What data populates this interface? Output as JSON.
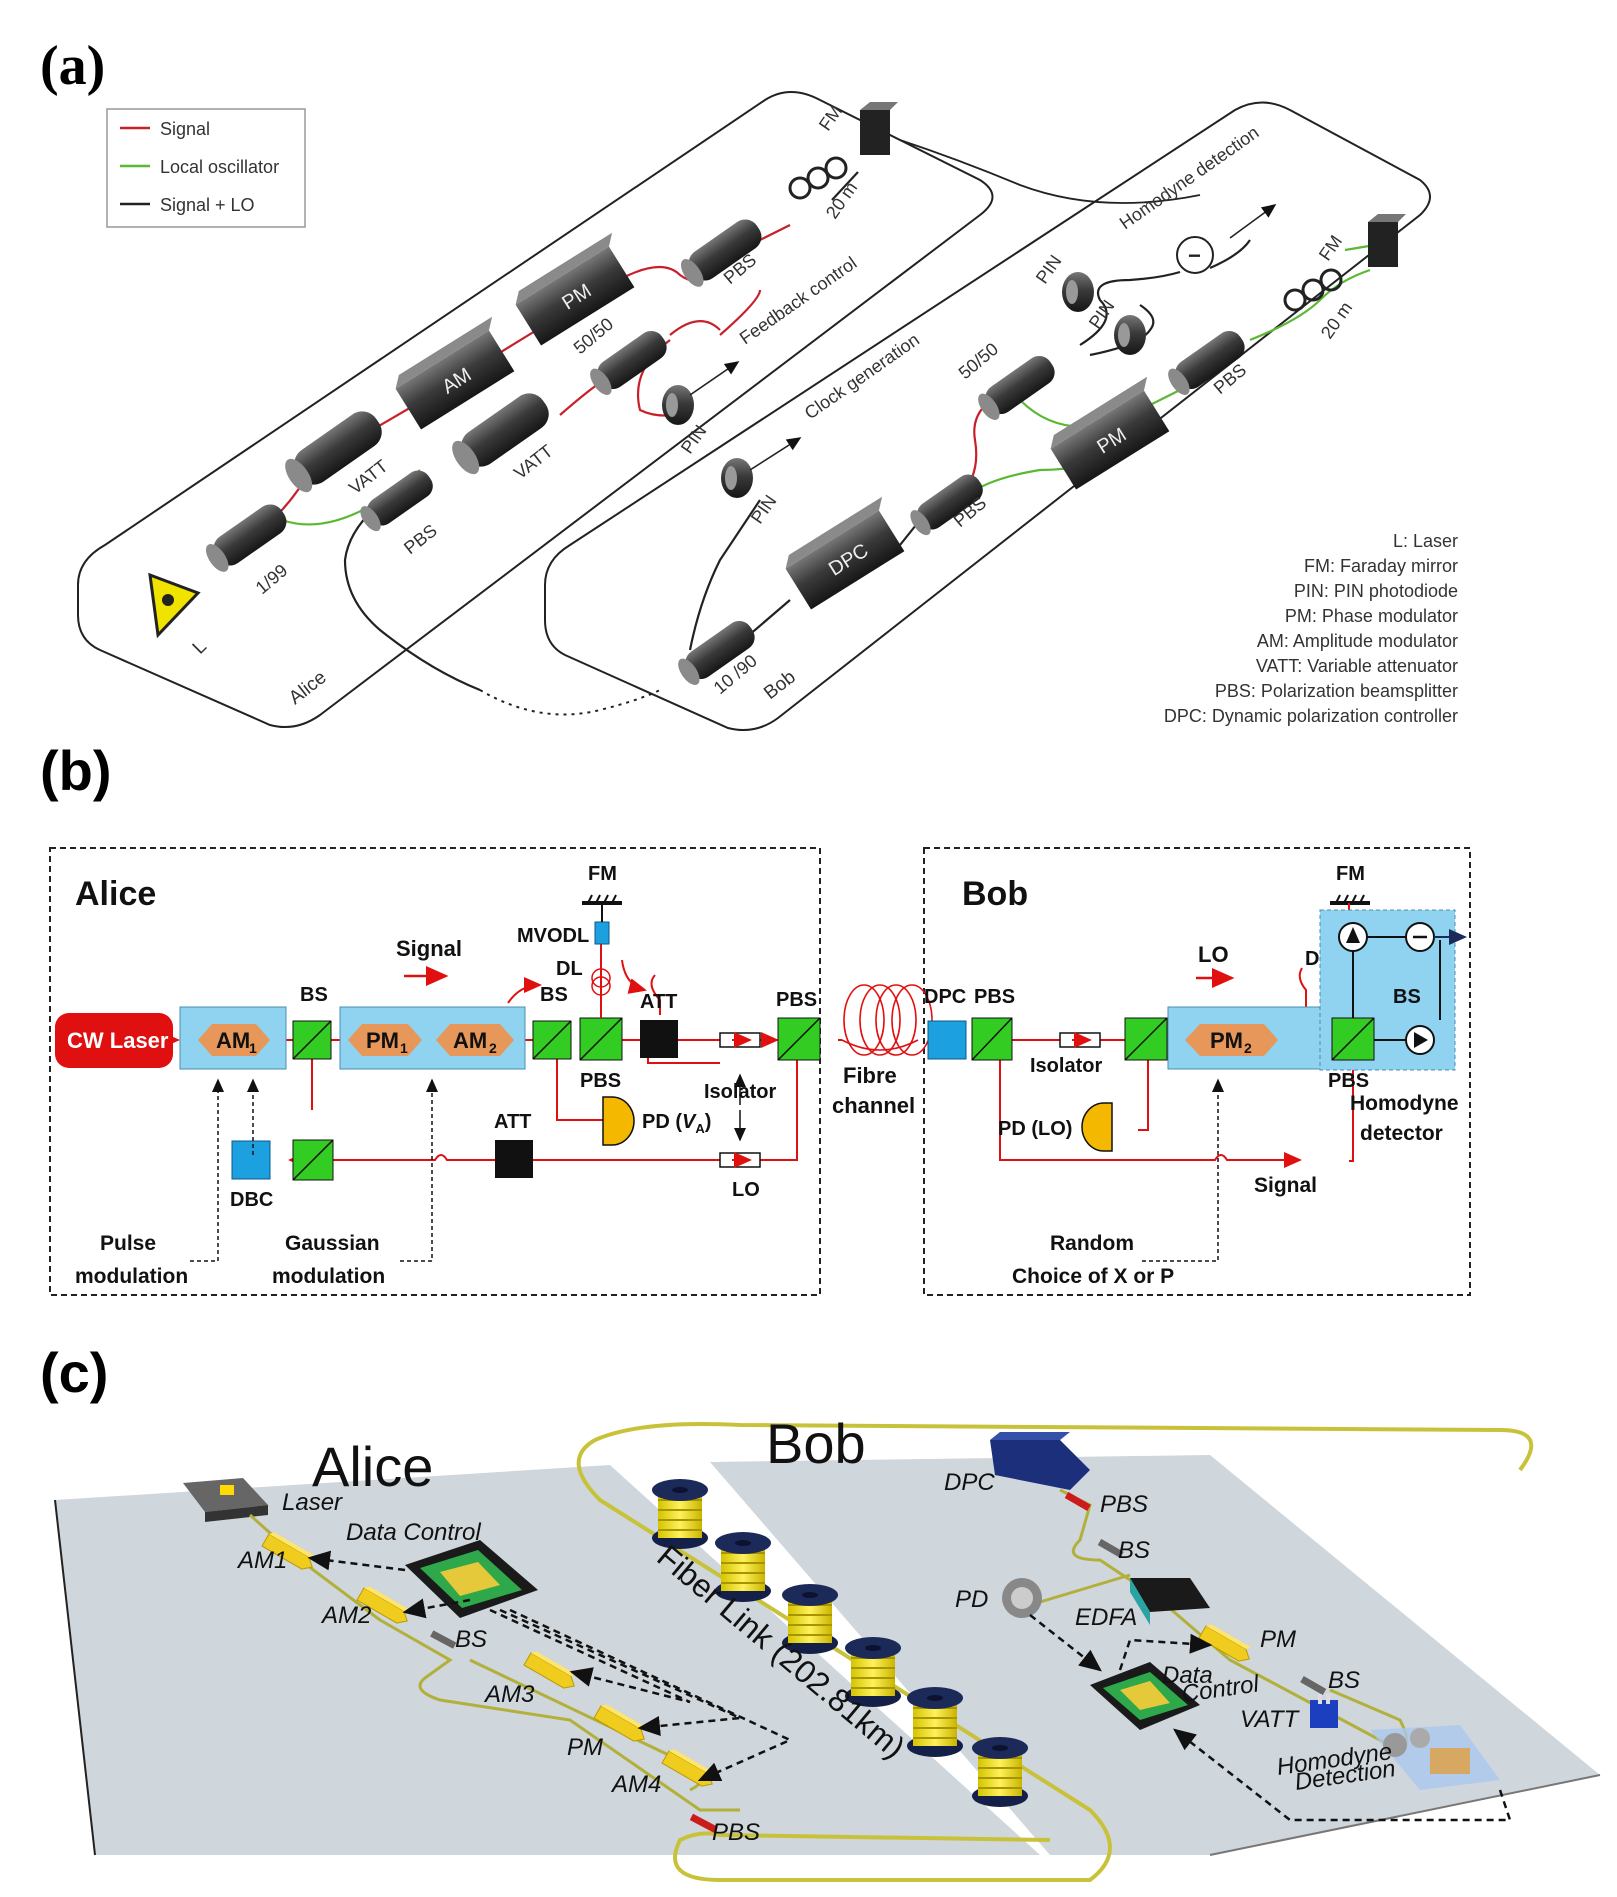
{
  "panel_labels": {
    "a": "(a)",
    "b": "(b)",
    "c": "(c)"
  },
  "colors": {
    "signal": "#c8202a",
    "local_oscillator": "#5cb833",
    "signal_lo": "#222222",
    "component_dark": "#3a3a3a",
    "green_component": "#33cc22",
    "blue_box": "#8fd3f0",
    "orange_modulator": "#e8975a",
    "red_laser": "#e01010",
    "yellow_pd": "#f5b800",
    "fiber_yellow": "#c8c23a",
    "table_grey": "#cfd6dc",
    "spool_navy": "#1c2a5a"
  },
  "panel_a": {
    "legend": {
      "signal": "Signal",
      "local_oscillator": "Local oscillator",
      "signal_lo": "Signal + LO"
    },
    "alice_label": "Alice",
    "bob_label": "Bob",
    "components": {
      "laser": "L",
      "coupler_alice": "1/99",
      "vatt1": "VATT",
      "am": "AM",
      "pm_alice": "PM",
      "pbs_alice_top": "PBS",
      "fm_alice": "FM",
      "fiber_alice": "20 m",
      "pbs_alice_low": "PBS",
      "vatt2": "VATT",
      "coupler_5050_alice": "50/50",
      "pin_alice": "PIN",
      "feedback": "Feedback control",
      "clock": "Clock generation",
      "pin_clock": "PIN",
      "dpc": "DPC",
      "pbs_bob_low": "PBS",
      "coupler_bob": "10 /90",
      "coupler_5050_bob": "50/50",
      "pm_bob": "PM",
      "pbs_bob_top": "PBS",
      "pin_bob1": "PIN",
      "pin_bob2": "PIN",
      "homodyne": "Homodyne detection",
      "minus": "−",
      "fm_bob": "FM",
      "fiber_bob": "20 m"
    },
    "glossary": [
      "L: Laser",
      "FM: Faraday mirror",
      "PIN: PIN photodiode",
      "PM: Phase modulator",
      "AM: Amplitude modulator",
      "VATT: Variable attenuator",
      "PBS: Polarization beamsplitter",
      "DPC: Dynamic polarization controller"
    ]
  },
  "panel_b": {
    "alice": {
      "title": "Alice",
      "cw_laser": "CW Laser",
      "am1": "AM",
      "am1_sub": "1",
      "pm1": "PM",
      "pm1_sub": "1",
      "am2": "AM",
      "am2_sub": "2",
      "bs1": "BS",
      "bs2": "BS",
      "signal": "Signal",
      "mvodl": "MVODL",
      "fm": "FM",
      "dl": "DL",
      "att1": "ATT",
      "pbs1": "PBS",
      "pbs2": "PBS",
      "pd_va": "PD (",
      "pd_va_var": "V",
      "pd_va_sub": "A",
      "pd_va_end": ")",
      "isolator": "Isolator",
      "att2": "ATT",
      "lo": "LO",
      "dbc": "DBC",
      "pulse_mod_1": "Pulse",
      "pulse_mod_2": "modulation",
      "gauss_mod_1": "Gaussian",
      "gauss_mod_2": "modulation"
    },
    "fibre_1": "Fibre",
    "fibre_2": "channel",
    "bob": {
      "title": "Bob",
      "dpc": "DPC",
      "pbs1": "PBS",
      "isolator": "Isolator",
      "lo": "LO",
      "fm": "FM",
      "dl": "DL",
      "pm2": "PM",
      "pm2_sub": "2",
      "pbs2": "PBS",
      "bs": "BS",
      "pd_lo": "PD (LO)",
      "signal": "Signal",
      "homodyne_1": "Homodyne",
      "homodyne_2": "detector",
      "random_1": "Random",
      "random_2": "Choice of X or P"
    }
  },
  "panel_c": {
    "alice_title": "Alice",
    "bob_title": "Bob",
    "fiber_link": "Fiber Link (202.81km)",
    "alice_labels": {
      "laser": "Laser",
      "data_control": "Data Control",
      "am1": "AM1",
      "am2": "AM2",
      "bs": "BS",
      "am3": "AM3",
      "pm": "PM",
      "am4": "AM4",
      "pbs": "PBS"
    },
    "bob_labels": {
      "dpc": "DPC",
      "pbs": "PBS",
      "bs1": "BS",
      "pd": "PD",
      "edfa": "EDFA",
      "pm": "PM",
      "data": "Data",
      "control": "Control",
      "bs2": "BS",
      "vatt": "VATT",
      "homodyne_1": "Homodyne",
      "homodyne_2": "Detection"
    }
  }
}
